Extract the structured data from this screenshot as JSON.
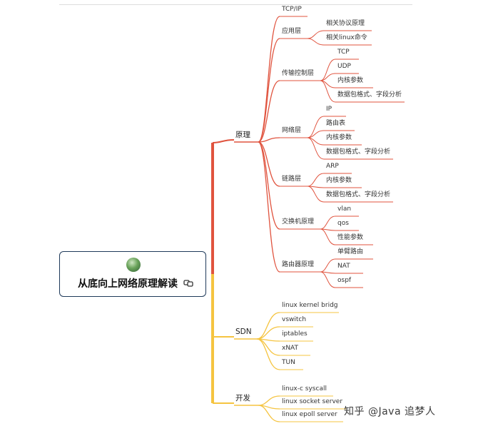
{
  "root": {
    "title": "从底向上网络原理解读"
  },
  "colors": {
    "red": "#e0533e",
    "yellow": "#f5c440"
  },
  "branches": [
    {
      "label": "原理",
      "color": "#e0533e",
      "children": [
        {
          "label": "TCP/IP",
          "children": []
        },
        {
          "label": "应用层",
          "children": [
            "相关协议原理",
            "相关linux命令"
          ]
        },
        {
          "label": "传输控制层",
          "children": [
            "TCP",
            "UDP",
            "内核参数",
            "数据包格式、字段分析"
          ]
        },
        {
          "label": "网络层",
          "children": [
            "IP",
            "路由表",
            "内核参数",
            "数据包格式、字段分析"
          ]
        },
        {
          "label": "链路层",
          "children": [
            "ARP",
            "内核参数",
            "数据包格式、字段分析"
          ]
        },
        {
          "label": "交换机原理",
          "children": [
            "vlan",
            "qos",
            "性能参数"
          ]
        },
        {
          "label": "路由器原理",
          "children": [
            "单臂路由",
            "NAT",
            "ospf"
          ]
        }
      ]
    },
    {
      "label": "SDN",
      "color": "#f5c440",
      "children": [
        {
          "label": "linux kernel bridg",
          "children": []
        },
        {
          "label": "vswitch",
          "children": []
        },
        {
          "label": "iptables",
          "children": []
        },
        {
          "label": "xNAT",
          "children": []
        },
        {
          "label": "TUN",
          "children": []
        }
      ]
    },
    {
      "label": "开发",
      "color": "#f5c440",
      "children": [
        {
          "label": "linux-c  syscall",
          "children": []
        },
        {
          "label": "linux socket server",
          "children": []
        },
        {
          "label": "linux epoll server",
          "children": []
        }
      ]
    }
  ],
  "watermark": "知乎 @Java 追梦人"
}
